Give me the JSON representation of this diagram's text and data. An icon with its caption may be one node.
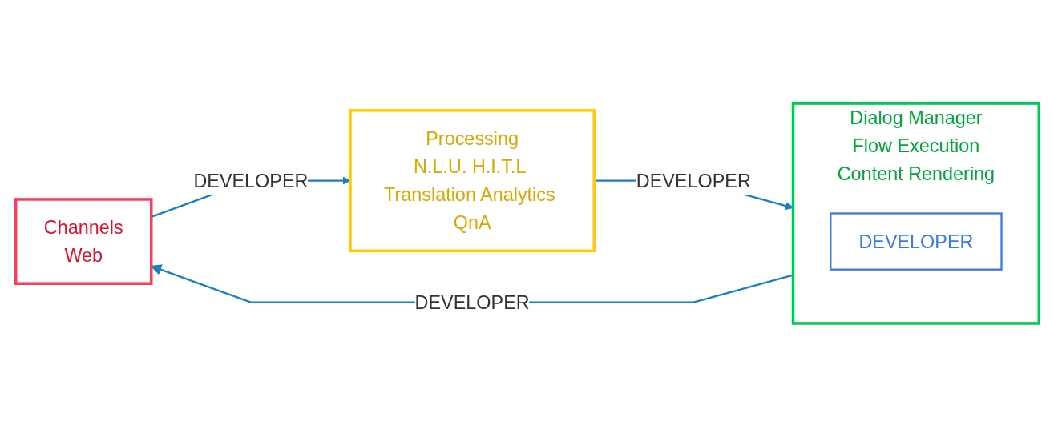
{
  "diagram": {
    "nodes": [
      {
        "text": [
          "Channels",
          "Web"
        ]
      },
      {
        "text": [
          "Processing",
          "N.L.U. H.I.T.L Translation Analytics QnA"
        ]
      },
      {
        "text": [
          "Dialog Manager",
          "Flow Execution",
          "Content Rendering"
        ]
      },
      {
        "text": [
          "DEVELOPER"
        ],
        "in": 2
      }
    ],
    "edges": [
      {
        "from": 0,
        "to": 1,
        "arrow": "to",
        "label": "DEVELOPER"
      },
      {
        "from": 1,
        "to": 2,
        "arrow": "to",
        "label": "DEVELOPER"
      },
      {
        "from": 2,
        "to": 0,
        "arrow": "to",
        "label": "DEVELOPER"
      }
    ]
  }
}
